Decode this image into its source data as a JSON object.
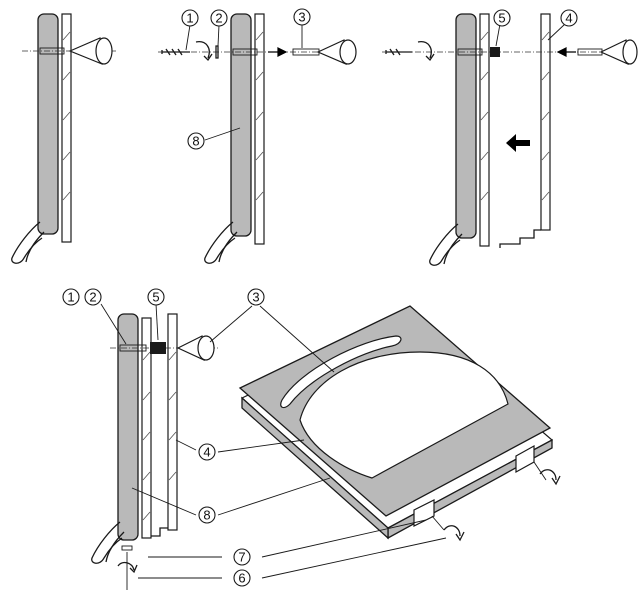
{
  "callouts": {
    "c1": "1",
    "c2": "2",
    "c3": "3",
    "c4": "4",
    "c5": "5",
    "c6": "6",
    "c7": "7",
    "c8": "8"
  },
  "colors": {
    "panel": "#b9b9b9",
    "line": "#1a1a1a",
    "background": "#ffffff",
    "arrow": "#000000"
  },
  "icons": {
    "arrow": "right-arrow-icon",
    "big_arrow": "left-arrow-icon",
    "rotate": "rotate-arrow-icon"
  }
}
